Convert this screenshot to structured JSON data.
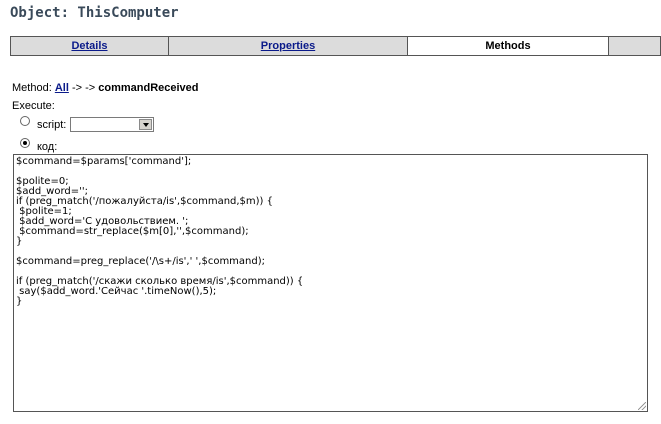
{
  "page": {
    "title": "Object: ThisComputer"
  },
  "tabs": [
    {
      "label": "Details",
      "active": false
    },
    {
      "label": "Properties",
      "active": false
    },
    {
      "label": "Methods",
      "active": true
    },
    {
      "label": "",
      "active": false
    }
  ],
  "method": {
    "prefix": "Method:",
    "all_link": "All",
    "separator": "-> ->",
    "name": "commandReceived"
  },
  "execute": {
    "label": "Execute:",
    "options": [
      {
        "label": "script:",
        "checked": false
      },
      {
        "label": "код:",
        "checked": true
      }
    ],
    "script_select_value": ""
  },
  "code": {
    "value": "$command=$params['command'];\n\n$polite=0;\n$add_word='';\nif (preg_match('/пожалуйста/is',$command,$m)) {\n $polite=1;\n $add_word='С удовольствием. ';\n $command=str_replace($m[0],'',$command);\n}\n\n$command=preg_replace('/\\s+/is',' ',$command);\n\nif (preg_match('/скажи сколько время/is',$command)) {\n say($add_word.'Сейчас '.timeNow(),5);\n}"
  },
  "colors": {
    "link": "#0a1a8a",
    "tab_inactive_bg": "#dcdcdc",
    "title": "#3a4a5a"
  }
}
